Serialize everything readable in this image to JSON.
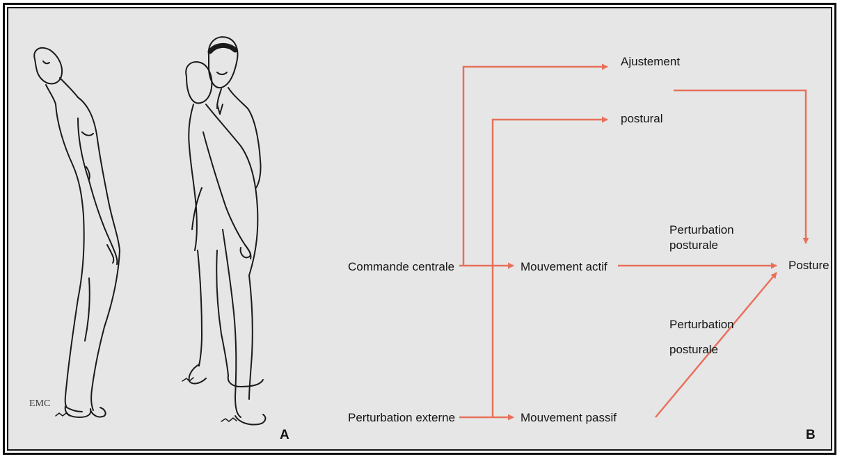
{
  "panel_a": {
    "letter": "A",
    "mark": "EMC"
  },
  "panel_b": {
    "letter": "B",
    "nodes": {
      "commande_centrale": "Commande centrale",
      "perturbation_externe": "Perturbation externe",
      "mouvement_actif": "Mouvement actif",
      "mouvement_passif": "Mouvement passif",
      "ajustement": "Ajustement",
      "postural": "postural",
      "posture": "Posture",
      "perturbation_1_line1": "Perturbation",
      "perturbation_1_line2": "posturale",
      "perturbation_2_line1": "Perturbation",
      "perturbation_2_line2": "posturale"
    },
    "arrow_color": "#e8705a"
  }
}
